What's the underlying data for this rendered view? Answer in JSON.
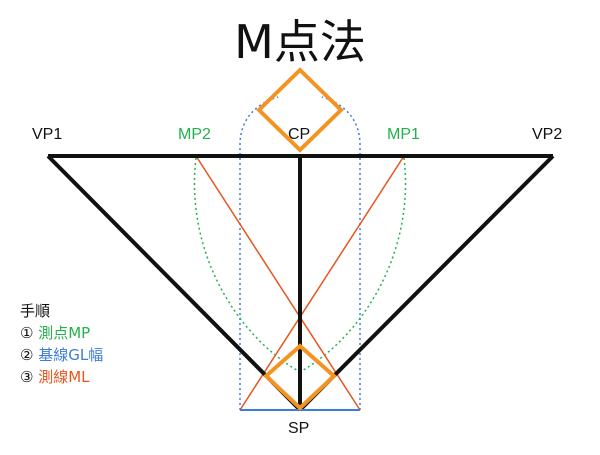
{
  "title": "M点法",
  "labels": {
    "vp1": "VP1",
    "vp2": "VP2",
    "mp1": "MP1",
    "mp2": "MP2",
    "cp": "CP",
    "sp": "SP"
  },
  "steps": {
    "heading": "手順",
    "items": [
      {
        "num": "①",
        "text": "測点MP",
        "color": "#22b14c"
      },
      {
        "num": "②",
        "text": "基線GL幅",
        "color": "#3b7ddd"
      },
      {
        "num": "③",
        "text": "測線ML",
        "color": "#e8541e"
      }
    ]
  },
  "colors": {
    "black": "#111111",
    "orange": "#f39422",
    "green": "#22b14c",
    "blue": "#3b7ddd",
    "red": "#e8541e"
  }
}
